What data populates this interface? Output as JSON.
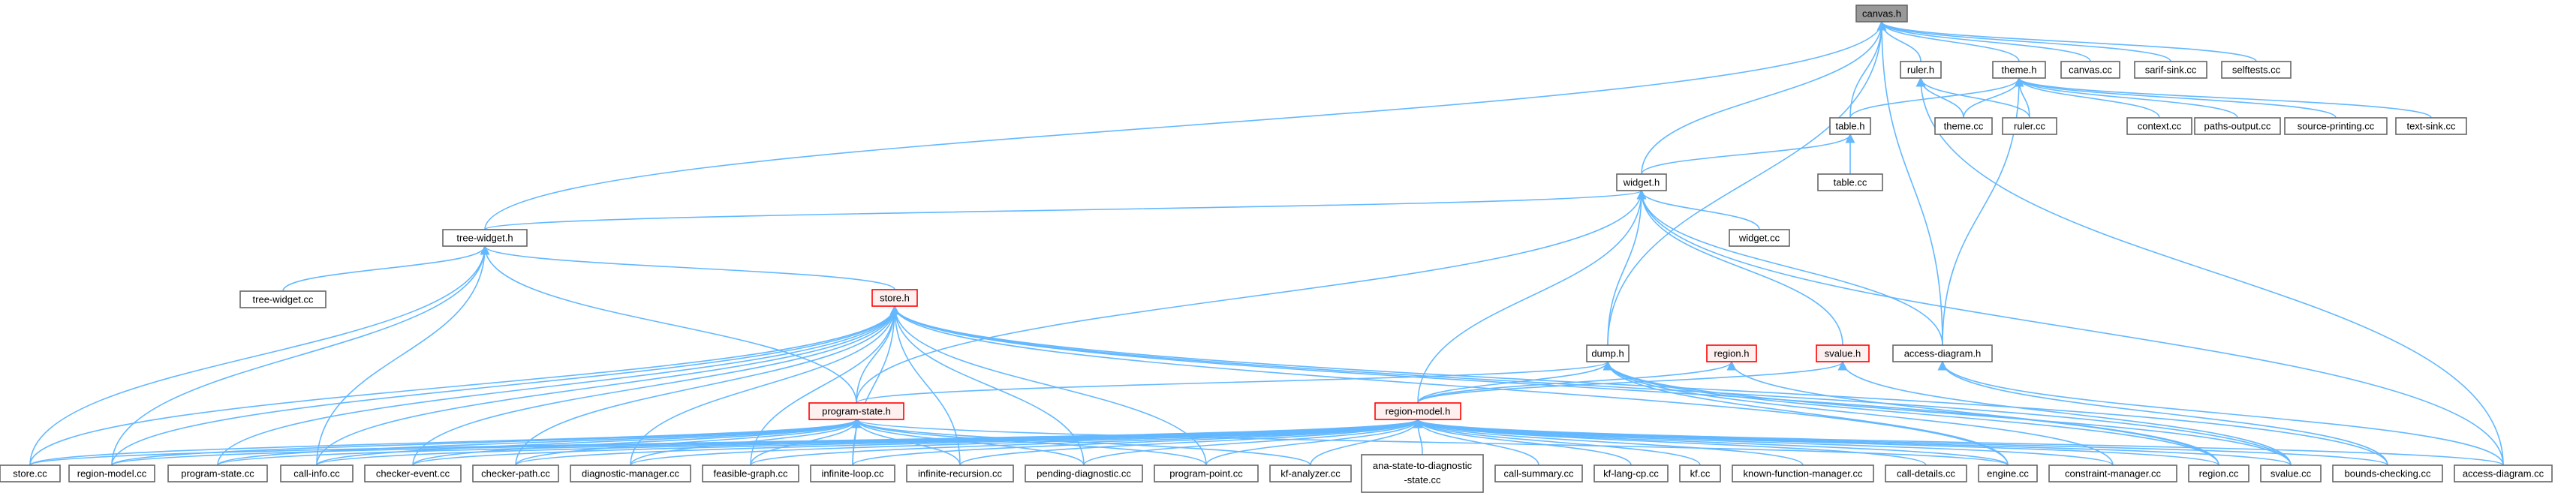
{
  "colors": {
    "edge": "#63b8ff",
    "node_border": "#666666",
    "node_fill": "#ffffff",
    "highlight_border": "#ff0000",
    "highlight_fill": "#fff0f0",
    "root_fill": "#999999",
    "root_border": "#666666"
  },
  "nodes": [
    {
      "id": "canvas_h",
      "label": "canvas.h",
      "style": "root"
    },
    {
      "id": "ruler_h",
      "label": "ruler.h"
    },
    {
      "id": "theme_h",
      "label": "theme.h"
    },
    {
      "id": "canvas_cc",
      "label": "canvas.cc"
    },
    {
      "id": "sarif_sink_cc",
      "label": "sarif-sink.cc"
    },
    {
      "id": "selftests_cc",
      "label": "selftests.cc"
    },
    {
      "id": "table_h",
      "label": "table.h"
    },
    {
      "id": "theme_cc",
      "label": "theme.cc"
    },
    {
      "id": "ruler_cc",
      "label": "ruler.cc"
    },
    {
      "id": "context_cc",
      "label": "context.cc"
    },
    {
      "id": "paths_output_cc",
      "label": "paths-output.cc"
    },
    {
      "id": "source_printing_cc",
      "label": "source-printing.cc"
    },
    {
      "id": "text_sink_cc",
      "label": "text-sink.cc"
    },
    {
      "id": "table_cc",
      "label": "table.cc"
    },
    {
      "id": "widget_h",
      "label": "widget.h"
    },
    {
      "id": "widget_cc",
      "label": "widget.cc"
    },
    {
      "id": "tree_widget_h",
      "label": "tree-widget.h"
    },
    {
      "id": "tree_widget_cc",
      "label": "tree-widget.cc"
    },
    {
      "id": "store_h",
      "label": "store.h",
      "style": "highlight"
    },
    {
      "id": "dump_h",
      "label": "dump.h"
    },
    {
      "id": "region_h",
      "label": "region.h",
      "style": "highlight"
    },
    {
      "id": "svalue_h",
      "label": "svalue.h",
      "style": "highlight"
    },
    {
      "id": "access_diagram_h",
      "label": "access-diagram.h"
    },
    {
      "id": "program_state_h",
      "label": "program-state.h",
      "style": "highlight"
    },
    {
      "id": "region_model_h",
      "label": "region-model.h",
      "style": "highlight"
    },
    {
      "id": "store_cc",
      "label": "store.cc"
    },
    {
      "id": "region_model_cc",
      "label": "region-model.cc"
    },
    {
      "id": "program_state_cc",
      "label": "program-state.cc"
    },
    {
      "id": "call_info_cc",
      "label": "call-info.cc"
    },
    {
      "id": "checker_event_cc",
      "label": "checker-event.cc"
    },
    {
      "id": "checker_path_cc",
      "label": "checker-path.cc"
    },
    {
      "id": "diagnostic_manager_cc",
      "label": "diagnostic-manager.cc"
    },
    {
      "id": "feasible_graph_cc",
      "label": "feasible-graph.cc"
    },
    {
      "id": "infinite_loop_cc",
      "label": "infinite-loop.cc"
    },
    {
      "id": "infinite_recursion_cc",
      "label": "infinite-recursion.cc"
    },
    {
      "id": "pending_diagnostic_cc",
      "label": "pending-diagnostic.cc"
    },
    {
      "id": "program_point_cc",
      "label": "program-point.cc"
    },
    {
      "id": "kf_analyzer_cc",
      "label": "kf-analyzer.cc"
    },
    {
      "id": "ana_state_cc",
      "label": "ana-state-to-diagnostic",
      "label2": "-state.cc"
    },
    {
      "id": "call_summary_cc",
      "label": "call-summary.cc"
    },
    {
      "id": "kf_lang_cp_cc",
      "label": "kf-lang-cp.cc"
    },
    {
      "id": "kf_cc",
      "label": "kf.cc"
    },
    {
      "id": "known_function_manager_cc",
      "label": "known-function-manager.cc"
    },
    {
      "id": "call_details_cc",
      "label": "call-details.cc"
    },
    {
      "id": "engine_cc",
      "label": "engine.cc"
    },
    {
      "id": "constraint_manager_cc",
      "label": "constraint-manager.cc"
    },
    {
      "id": "region_cc",
      "label": "region.cc"
    },
    {
      "id": "svalue_cc",
      "label": "svalue.cc"
    },
    {
      "id": "bounds_checking_cc",
      "label": "bounds-checking.cc"
    },
    {
      "id": "access_diagram_cc",
      "label": "access-diagram.cc"
    }
  ],
  "edges": [
    [
      "ruler_h",
      "canvas_h"
    ],
    [
      "theme_h",
      "canvas_h"
    ],
    [
      "canvas_cc",
      "canvas_h"
    ],
    [
      "sarif_sink_cc",
      "canvas_h"
    ],
    [
      "selftests_cc",
      "canvas_h"
    ],
    [
      "table_h",
      "canvas_h"
    ],
    [
      "widget_h",
      "canvas_h"
    ],
    [
      "tree_widget_h",
      "canvas_h"
    ],
    [
      "dump_h",
      "canvas_h"
    ],
    [
      "access_diagram_h",
      "canvas_h"
    ],
    [
      "theme_cc",
      "ruler_h"
    ],
    [
      "ruler_cc",
      "ruler_h"
    ],
    [
      "access_diagram_cc",
      "ruler_h"
    ],
    [
      "table_h",
      "theme_h"
    ],
    [
      "theme_cc",
      "theme_h"
    ],
    [
      "ruler_cc",
      "theme_h"
    ],
    [
      "context_cc",
      "theme_h"
    ],
    [
      "paths_output_cc",
      "theme_h"
    ],
    [
      "source_printing_cc",
      "theme_h"
    ],
    [
      "text_sink_cc",
      "theme_h"
    ],
    [
      "access_diagram_h",
      "theme_h"
    ],
    [
      "table_cc",
      "table_h"
    ],
    [
      "widget_h",
      "table_h"
    ],
    [
      "widget_cc",
      "widget_h"
    ],
    [
      "tree_widget_h",
      "widget_h"
    ],
    [
      "dump_h",
      "widget_h"
    ],
    [
      "svalue_h",
      "widget_h"
    ],
    [
      "access_diagram_h",
      "widget_h"
    ],
    [
      "region_model_h",
      "widget_h"
    ],
    [
      "program_state_h",
      "widget_h"
    ],
    [
      "access_diagram_cc",
      "widget_h"
    ],
    [
      "tree_widget_cc",
      "tree_widget_h"
    ],
    [
      "store_h",
      "tree_widget_h"
    ],
    [
      "store_cc",
      "tree_widget_h"
    ],
    [
      "region_model_cc",
      "tree_widget_h"
    ],
    [
      "program_state_h",
      "tree_widget_h"
    ],
    [
      "call_info_cc",
      "tree_widget_h"
    ],
    [
      "program_state_h",
      "store_h"
    ],
    [
      "store_cc",
      "store_h"
    ],
    [
      "region_model_cc",
      "store_h"
    ],
    [
      "program_state_cc",
      "store_h"
    ],
    [
      "call_info_cc",
      "store_h"
    ],
    [
      "checker_event_cc",
      "store_h"
    ],
    [
      "checker_path_cc",
      "store_h"
    ],
    [
      "diagnostic_manager_cc",
      "store_h"
    ],
    [
      "feasible_graph_cc",
      "store_h"
    ],
    [
      "infinite_loop_cc",
      "store_h"
    ],
    [
      "infinite_recursion_cc",
      "store_h"
    ],
    [
      "pending_diagnostic_cc",
      "store_h"
    ],
    [
      "program_point_cc",
      "store_h"
    ],
    [
      "engine_cc",
      "store_h"
    ],
    [
      "region_cc",
      "store_h"
    ],
    [
      "svalue_cc",
      "store_h"
    ],
    [
      "bounds_checking_cc",
      "store_h"
    ],
    [
      "program_state_h",
      "dump_h"
    ],
    [
      "region_model_h",
      "dump_h"
    ],
    [
      "engine_cc",
      "dump_h"
    ],
    [
      "constraint_manager_cc",
      "dump_h"
    ],
    [
      "region_cc",
      "dump_h"
    ],
    [
      "svalue_cc",
      "dump_h"
    ],
    [
      "region_model_h",
      "region_h"
    ],
    [
      "region_cc",
      "region_h"
    ],
    [
      "region_model_h",
      "svalue_h"
    ],
    [
      "svalue_cc",
      "svalue_h"
    ],
    [
      "access_diagram_cc",
      "access_diagram_h"
    ],
    [
      "bounds_checking_cc",
      "access_diagram_h"
    ],
    [
      "store_cc",
      "program_state_h"
    ],
    [
      "region_model_cc",
      "program_state_h"
    ],
    [
      "program_state_cc",
      "program_state_h"
    ],
    [
      "call_info_cc",
      "program_state_h"
    ],
    [
      "checker_event_cc",
      "program_state_h"
    ],
    [
      "checker_path_cc",
      "program_state_h"
    ],
    [
      "diagnostic_manager_cc",
      "program_state_h"
    ],
    [
      "feasible_graph_cc",
      "program_state_h"
    ],
    [
      "infinite_loop_cc",
      "program_state_h"
    ],
    [
      "infinite_recursion_cc",
      "program_state_h"
    ],
    [
      "pending_diagnostic_cc",
      "program_state_h"
    ],
    [
      "program_point_cc",
      "program_state_h"
    ],
    [
      "kf_analyzer_cc",
      "program_state_h"
    ],
    [
      "engine_cc",
      "program_state_h"
    ],
    [
      "store_cc",
      "region_model_h"
    ],
    [
      "region_model_cc",
      "region_model_h"
    ],
    [
      "program_state_cc",
      "region_model_h"
    ],
    [
      "call_info_cc",
      "region_model_h"
    ],
    [
      "checker_event_cc",
      "region_model_h"
    ],
    [
      "checker_path_cc",
      "region_model_h"
    ],
    [
      "diagnostic_manager_cc",
      "region_model_h"
    ],
    [
      "feasible_graph_cc",
      "region_model_h"
    ],
    [
      "infinite_loop_cc",
      "region_model_h"
    ],
    [
      "infinite_recursion_cc",
      "region_model_h"
    ],
    [
      "pending_diagnostic_cc",
      "region_model_h"
    ],
    [
      "program_point_cc",
      "region_model_h"
    ],
    [
      "kf_analyzer_cc",
      "region_model_h"
    ],
    [
      "ana_state_cc",
      "region_model_h"
    ],
    [
      "call_summary_cc",
      "region_model_h"
    ],
    [
      "kf_lang_cp_cc",
      "region_model_h"
    ],
    [
      "kf_cc",
      "region_model_h"
    ],
    [
      "known_function_manager_cc",
      "region_model_h"
    ],
    [
      "call_details_cc",
      "region_model_h"
    ],
    [
      "engine_cc",
      "region_model_h"
    ],
    [
      "constraint_manager_cc",
      "region_model_h"
    ],
    [
      "region_cc",
      "region_model_h"
    ],
    [
      "svalue_cc",
      "region_model_h"
    ],
    [
      "bounds_checking_cc",
      "region_model_h"
    ],
    [
      "access_diagram_cc",
      "region_model_h"
    ]
  ]
}
